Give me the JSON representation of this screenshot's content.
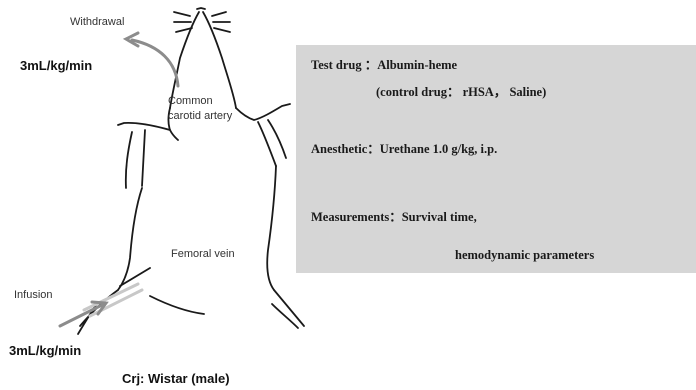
{
  "diagram": {
    "withdrawal": {
      "label": "Withdrawal",
      "rate": "3mL/kg/min"
    },
    "carotid": {
      "line1": "Common",
      "line2": "carotid artery"
    },
    "femoral": {
      "label": "Femoral vein"
    },
    "infusion": {
      "label": "Infusion",
      "rate": "3mL/kg/min"
    },
    "strain": "Crj:  Wistar (male)"
  },
  "info_box": {
    "test_drug": "Test drug  ：Albumin-heme",
    "control_drug": "(control drug： rHSA， Saline)",
    "anesthetic": "Anesthetic：Urethane 1.0 g/kg, i.p.",
    "measurements": "Measurements：Survival time,",
    "measurements_cont": "hemodynamic parameters"
  },
  "colors": {
    "box_background": "#d6d6d6",
    "outline": "#1a1a1a",
    "arrow": "#8c8c8c",
    "catheter": "#c8c8c8"
  }
}
